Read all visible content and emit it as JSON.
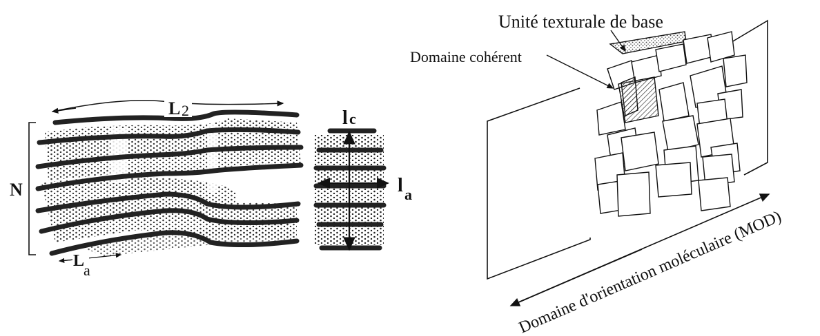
{
  "left_panel": {
    "label_L2_main": "L",
    "label_L2_sub": "2",
    "label_N": "N",
    "label_La_main": "L",
    "label_La_sub": "a",
    "label_lc_main": "l",
    "label_lc_sub": "c",
    "label_la_main": "l",
    "label_la_sub": "a"
  },
  "right_panel": {
    "label_unit": "Unité texturale de base",
    "label_domain_coherent": "Domaine cohérent",
    "label_mod": "Domaine d'orientation moléculaire (MOD)"
  },
  "colors": {
    "ink": "#111111",
    "hatch": "#555555",
    "dot_fill": "#888888"
  }
}
